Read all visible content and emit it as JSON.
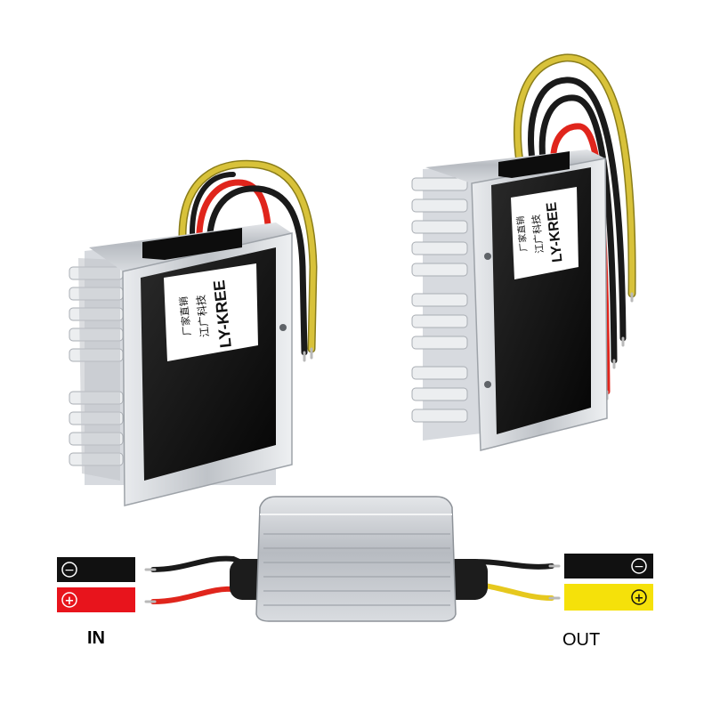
{
  "product": {
    "brand_label": "LY-KREE",
    "label_line_2": "江广科技",
    "label_line_3": "厂家直销"
  },
  "wiring": {
    "input": {
      "label": "IN",
      "negative_symbol": "−",
      "positive_symbol": "+",
      "negative_color": "#111111",
      "positive_color": "#e8141c"
    },
    "output": {
      "label": "OUT",
      "negative_symbol": "−",
      "positive_symbol": "+",
      "negative_color": "#111111",
      "positive_color": "#f5e10a"
    }
  },
  "colors": {
    "wire_yellow": "#d8c23a",
    "wire_red": "#e0251c",
    "wire_black": "#1a1a1a",
    "housing_silver": "#c9ccd1",
    "face_black": "#111111"
  }
}
